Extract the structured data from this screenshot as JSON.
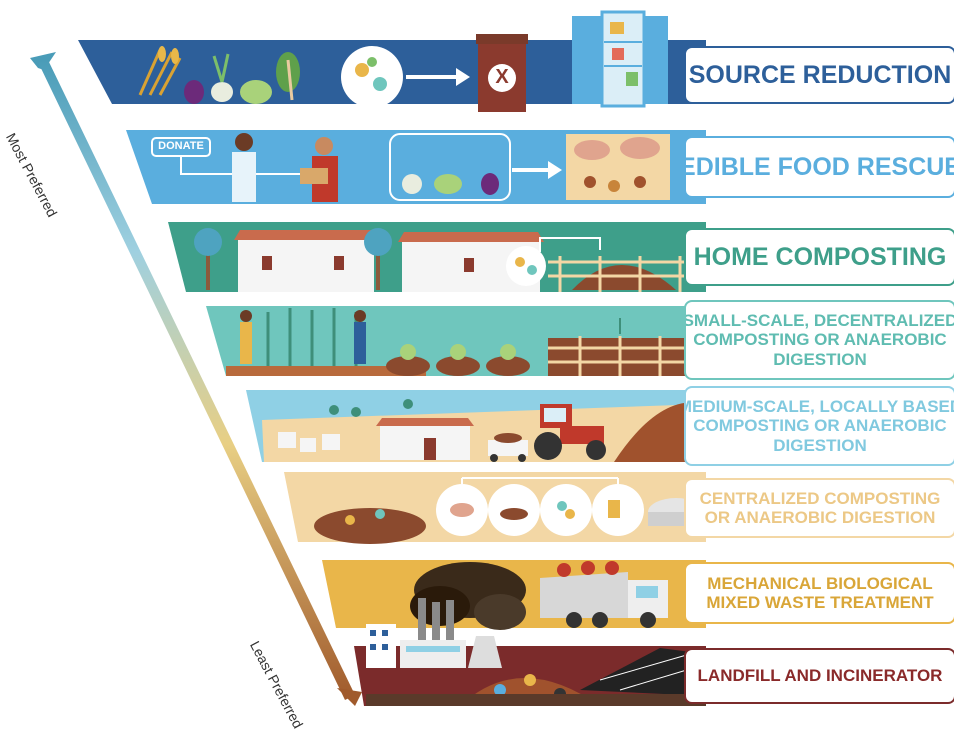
{
  "axis": {
    "top_label": "Most Preferred",
    "bottom_label": "Least Preferred"
  },
  "tiers": [
    {
      "lines": [
        "SOURCE REDUCTION"
      ],
      "color": "#2d5f9a",
      "text_color": "#2d5f9a"
    },
    {
      "lines": [
        "EDIBLE FOOD RESCUE"
      ],
      "color": "#5aaede",
      "text_color": "#5aaede"
    },
    {
      "lines": [
        "HOME COMPOSTING"
      ],
      "color": "#3e9f8a",
      "text_color": "#3e9f8a"
    },
    {
      "lines": [
        "SMALL-SCALE, DECENTRALIZED",
        "COMPOSTING OR ANAEROBIC",
        "DIGESTION"
      ],
      "color": "#6fc6bd",
      "text_color": "#5fbcb1"
    },
    {
      "lines": [
        "MEDIUM-SCALE, LOCALLY BASED",
        "COMPOSTING OR ANAEROBIC",
        "DIGESTION"
      ],
      "color": "#8fd0e5",
      "text_color": "#80c9df"
    },
    {
      "lines": [
        "CENTRALIZED COMPOSTING",
        "OR ANAEROBIC DIGESTION"
      ],
      "color": "#f3d7a5",
      "text_color": "#ecc886"
    },
    {
      "lines": [
        "MECHANICAL BIOLOGICAL",
        "MIXED WASTE TREATMENT"
      ],
      "color": "#e9b64a",
      "text_color": "#d9a638"
    },
    {
      "lines": [
        "LANDFILL AND INCINERATOR"
      ],
      "color": "#7b2b2b",
      "text_color": "#8a2a2a"
    }
  ],
  "source_reduction": {
    "bin_mark": "X"
  },
  "food_rescue": {
    "donate_tag": "DONATE"
  }
}
